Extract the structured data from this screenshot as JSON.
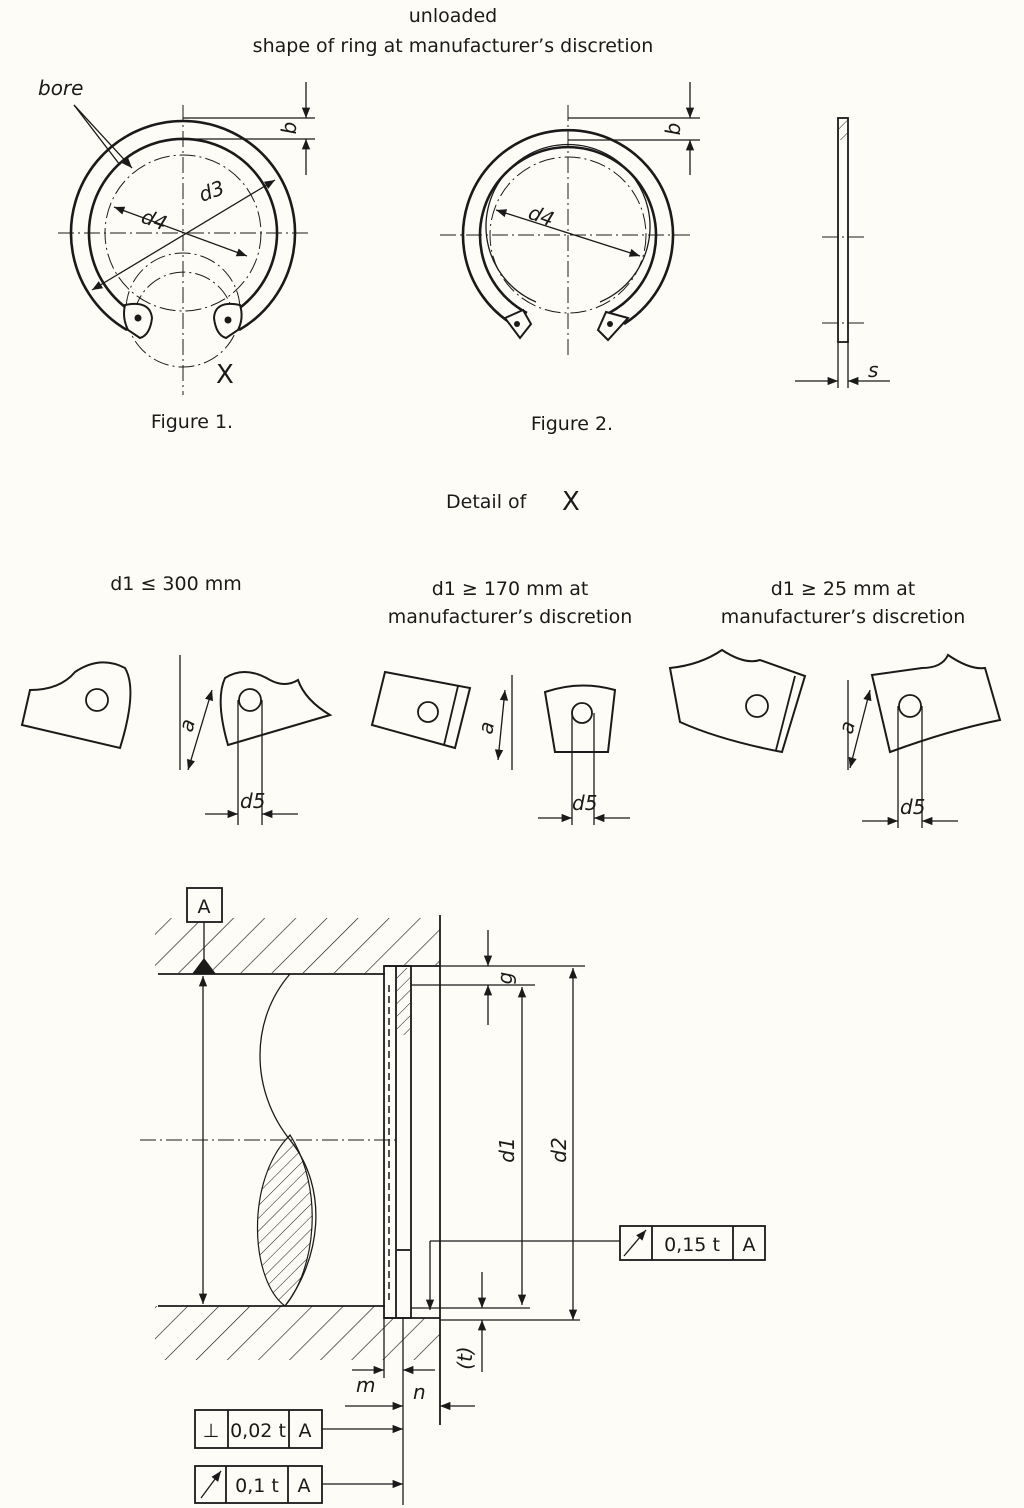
{
  "header": {
    "line1": "unloaded",
    "line2": "shape of ring at manufacturer’s discretion"
  },
  "figure1": {
    "caption": "Figure 1.",
    "bore_label": "bore",
    "d3_label": "d3",
    "d4_label": "d4",
    "b_label": "b",
    "detail_marker": "X"
  },
  "figure2": {
    "caption": "Figure 2.",
    "d4_label": "d4",
    "b_label": "b"
  },
  "side_view": {
    "s_label": "s"
  },
  "detail": {
    "title": "Detail of",
    "marker": "X",
    "variants": [
      {
        "line1": "d1 ≤ 300 mm",
        "line2": "",
        "a_label": "a",
        "d5_label": "d5"
      },
      {
        "line1": "d1 ≥ 170 mm at",
        "line2": "manufacturer’s discretion",
        "a_label": "a",
        "d5_label": "d5"
      },
      {
        "line1": "d1 ≥ 25 mm at",
        "line2": "manufacturer’s discretion",
        "a_label": "a",
        "d5_label": "d5"
      }
    ]
  },
  "installation": {
    "datum": "A",
    "g_label": "g",
    "d1_label": "d1",
    "d2_label": "d2",
    "t_label": "(t)",
    "m_label": "m",
    "n_label": "n",
    "tolerance_runout_top": {
      "symbol": "runout",
      "value": "0,15 t",
      "datum": "A"
    },
    "tolerance_perpendicular": {
      "symbol": "⊥",
      "value": "0,02 t",
      "datum": "A"
    },
    "tolerance_runout_bottom": {
      "symbol": "runout",
      "value": "0,1 t",
      "datum": "A"
    }
  }
}
